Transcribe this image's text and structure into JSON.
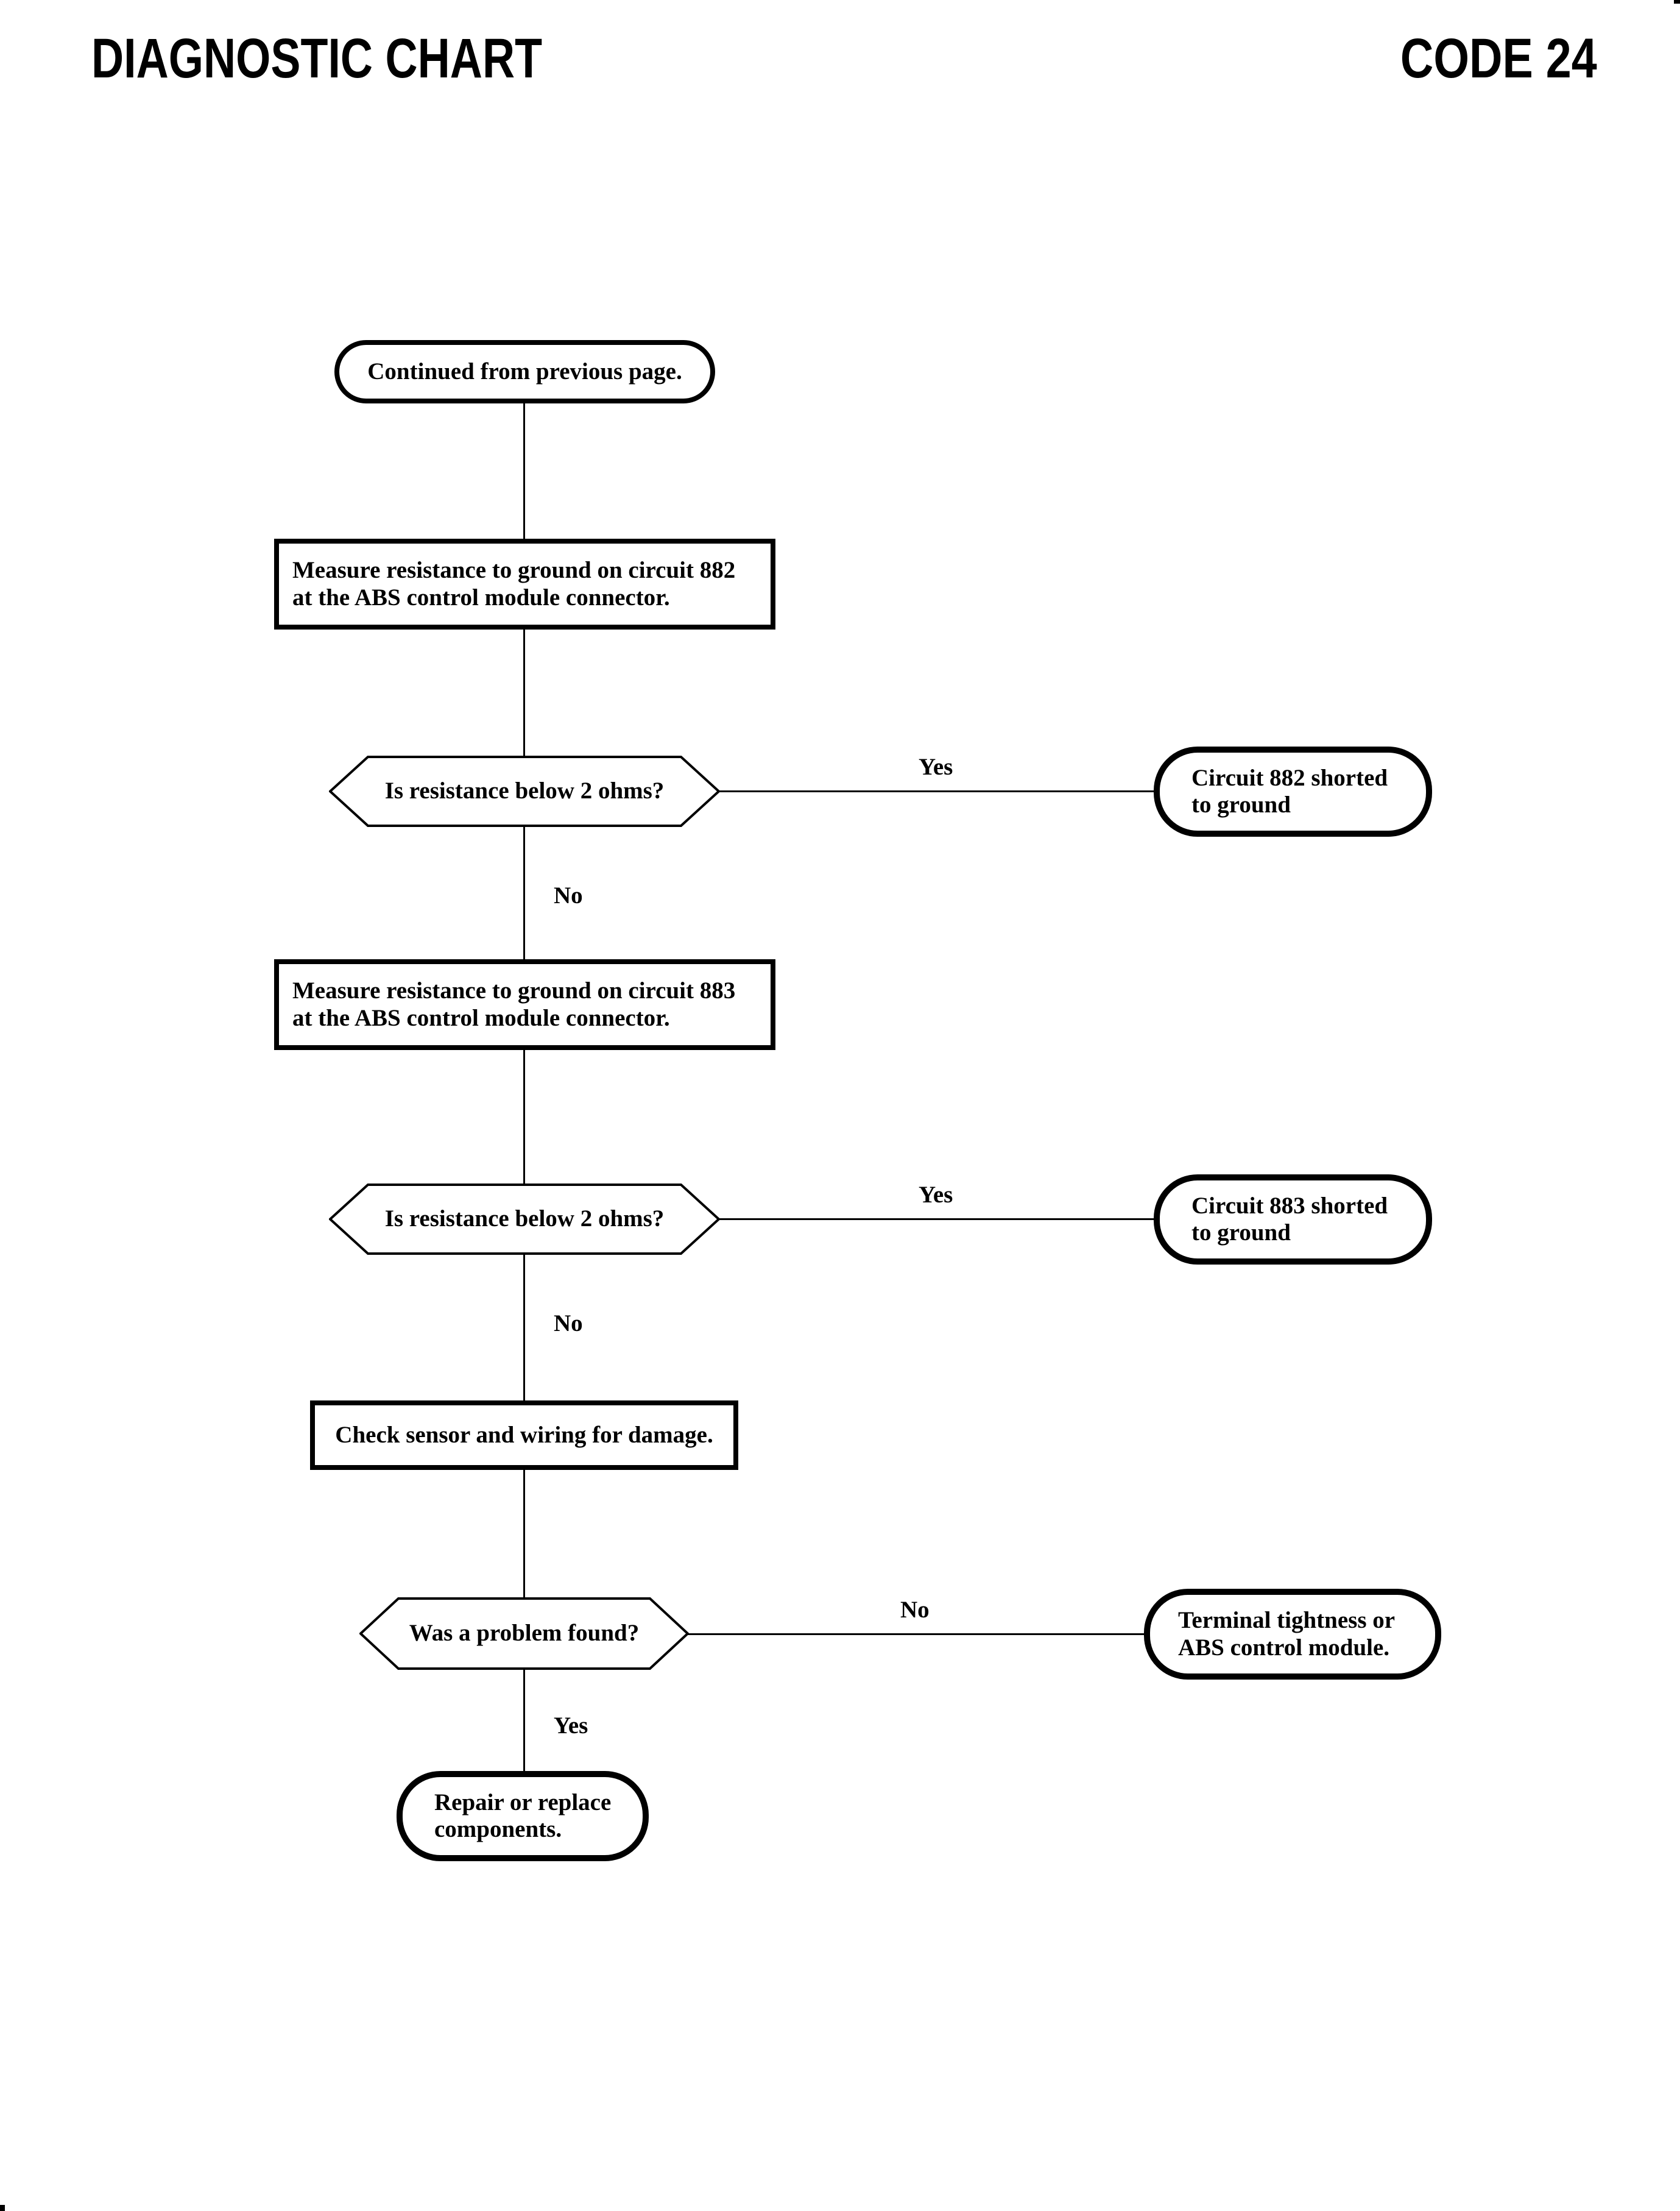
{
  "header": {
    "left_title": "DIAGNOSTIC CHART",
    "right_title": "CODE 24"
  },
  "nodes": {
    "continued": "Continued from previous page.",
    "measure_882": "Measure resistance to ground on circuit 882\nat the ABS control module connector.",
    "is_below_2ohms_882": "Is resistance below 2 ohms?",
    "short_882": "Circuit 882 shorted\nto ground",
    "measure_883": "Measure resistance to ground on circuit 883\nat the ABS control module connector.",
    "is_below_2ohms_883": "Is resistance below 2 ohms?",
    "short_883": "Circuit 883 shorted\nto ground",
    "check_sensor": "Check sensor and wiring for damage.",
    "problem_found": "Was a problem found?",
    "terminal_tightness": "Terminal tightness or\nABS control module.",
    "repair": "Repair or replace\ncomponents."
  },
  "labels": {
    "yes_882": "Yes",
    "no_882": "No",
    "yes_883": "Yes",
    "no_883": "No",
    "no_found": "No",
    "yes_found": "Yes"
  },
  "colors": {
    "ink": "#000000",
    "paper": "#ffffff"
  }
}
